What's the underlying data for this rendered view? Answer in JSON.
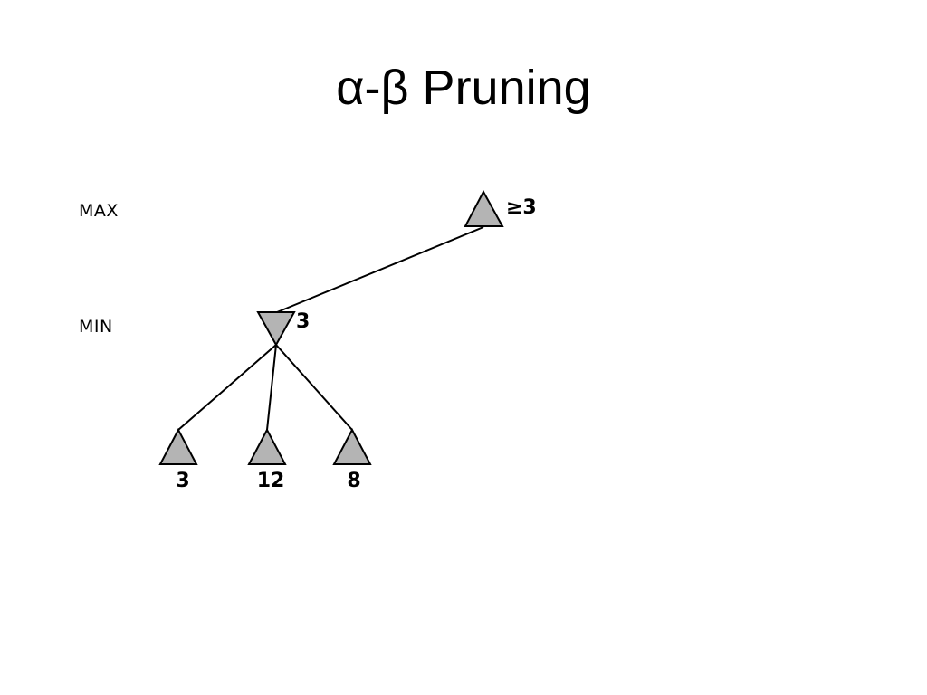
{
  "slide": {
    "title": "α-β Pruning"
  },
  "levels": {
    "max_label": "MAX",
    "min_label": "MIN"
  },
  "tree": {
    "root": {
      "value": "≥3",
      "type": "max"
    },
    "min_node": {
      "value": "3",
      "type": "min"
    },
    "leaves": [
      {
        "value": "3"
      },
      {
        "value": "12"
      },
      {
        "value": "8"
      }
    ],
    "node_fill": "#b4b4b4",
    "edge_color": "#000000"
  }
}
